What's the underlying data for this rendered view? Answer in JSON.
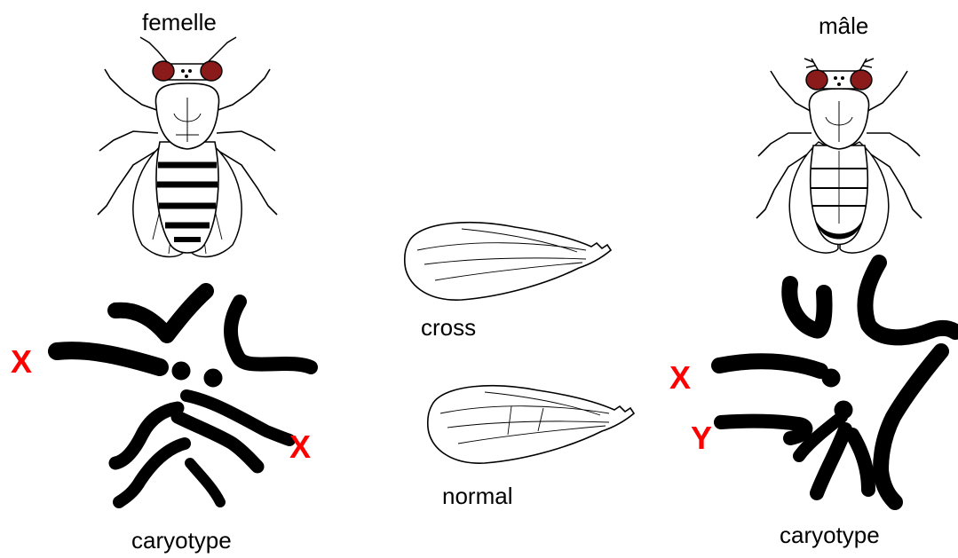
{
  "female": {
    "title": "femelle",
    "caption": "caryotype",
    "x_label_left": "X",
    "x_label_right": "X"
  },
  "male": {
    "title": "mâle",
    "caption": "caryotype",
    "x_label": "X",
    "y_label": "Y"
  },
  "wings": {
    "cross_label": "cross",
    "normal_label": "normal"
  },
  "colors": {
    "eye": "#8b1a1a",
    "chromosome_label": "#ff0000",
    "ink": "#000000"
  },
  "icons": {
    "female_fly": "female-fly-illustration",
    "male_fly": "male-fly-illustration",
    "cross_wing": "crossveinless-wing-illustration",
    "normal_wing": "normal-wing-illustration"
  }
}
